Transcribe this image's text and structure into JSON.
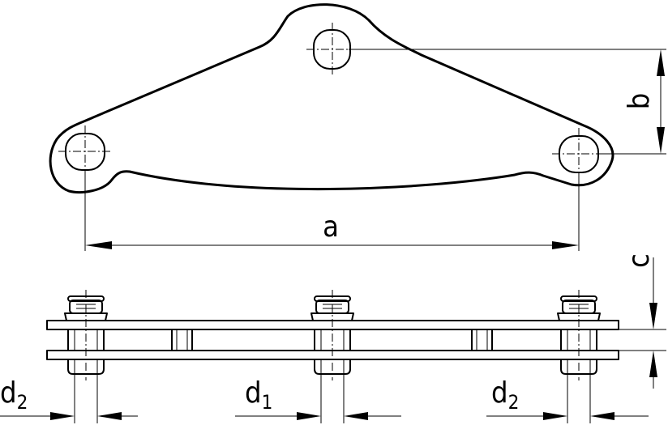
{
  "dimensions": {
    "a": "a",
    "b": "b",
    "c": "c",
    "d1": {
      "base": "d",
      "sub": "1"
    },
    "d2_left": {
      "base": "d",
      "sub": "2"
    },
    "d2_right": {
      "base": "d",
      "sub": "2"
    }
  }
}
